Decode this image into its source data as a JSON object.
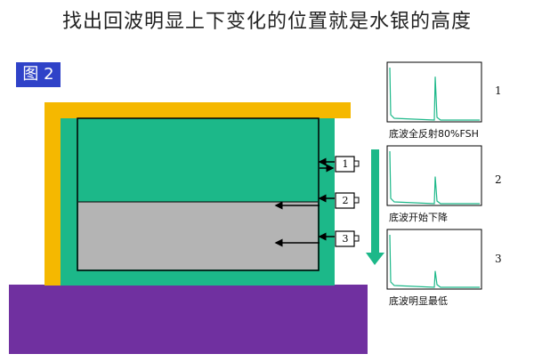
{
  "slide": {
    "title": "找出回波明显上下变化的位置就是水银的高度",
    "figure_label": "图 2"
  },
  "probes": [
    {
      "label": "1"
    },
    {
      "label": "2"
    },
    {
      "label": "3"
    }
  ],
  "traces": [
    {
      "number": "1",
      "caption": "底波全反射80%FSH",
      "peak_level": 0.8
    },
    {
      "number": "2",
      "caption": "底波开始下降",
      "peak_level": 0.5
    },
    {
      "number": "3",
      "caption": "底波明显最低",
      "peak_level": 0.3
    }
  ],
  "colors": {
    "lid": "#f5b800",
    "tank_wall": "#1cb889",
    "mercury": "#b4b4b4",
    "base": "#7030a0",
    "badge": "#2f42c8",
    "trace_line": "#1cb889",
    "arrow": "#1cb889"
  }
}
